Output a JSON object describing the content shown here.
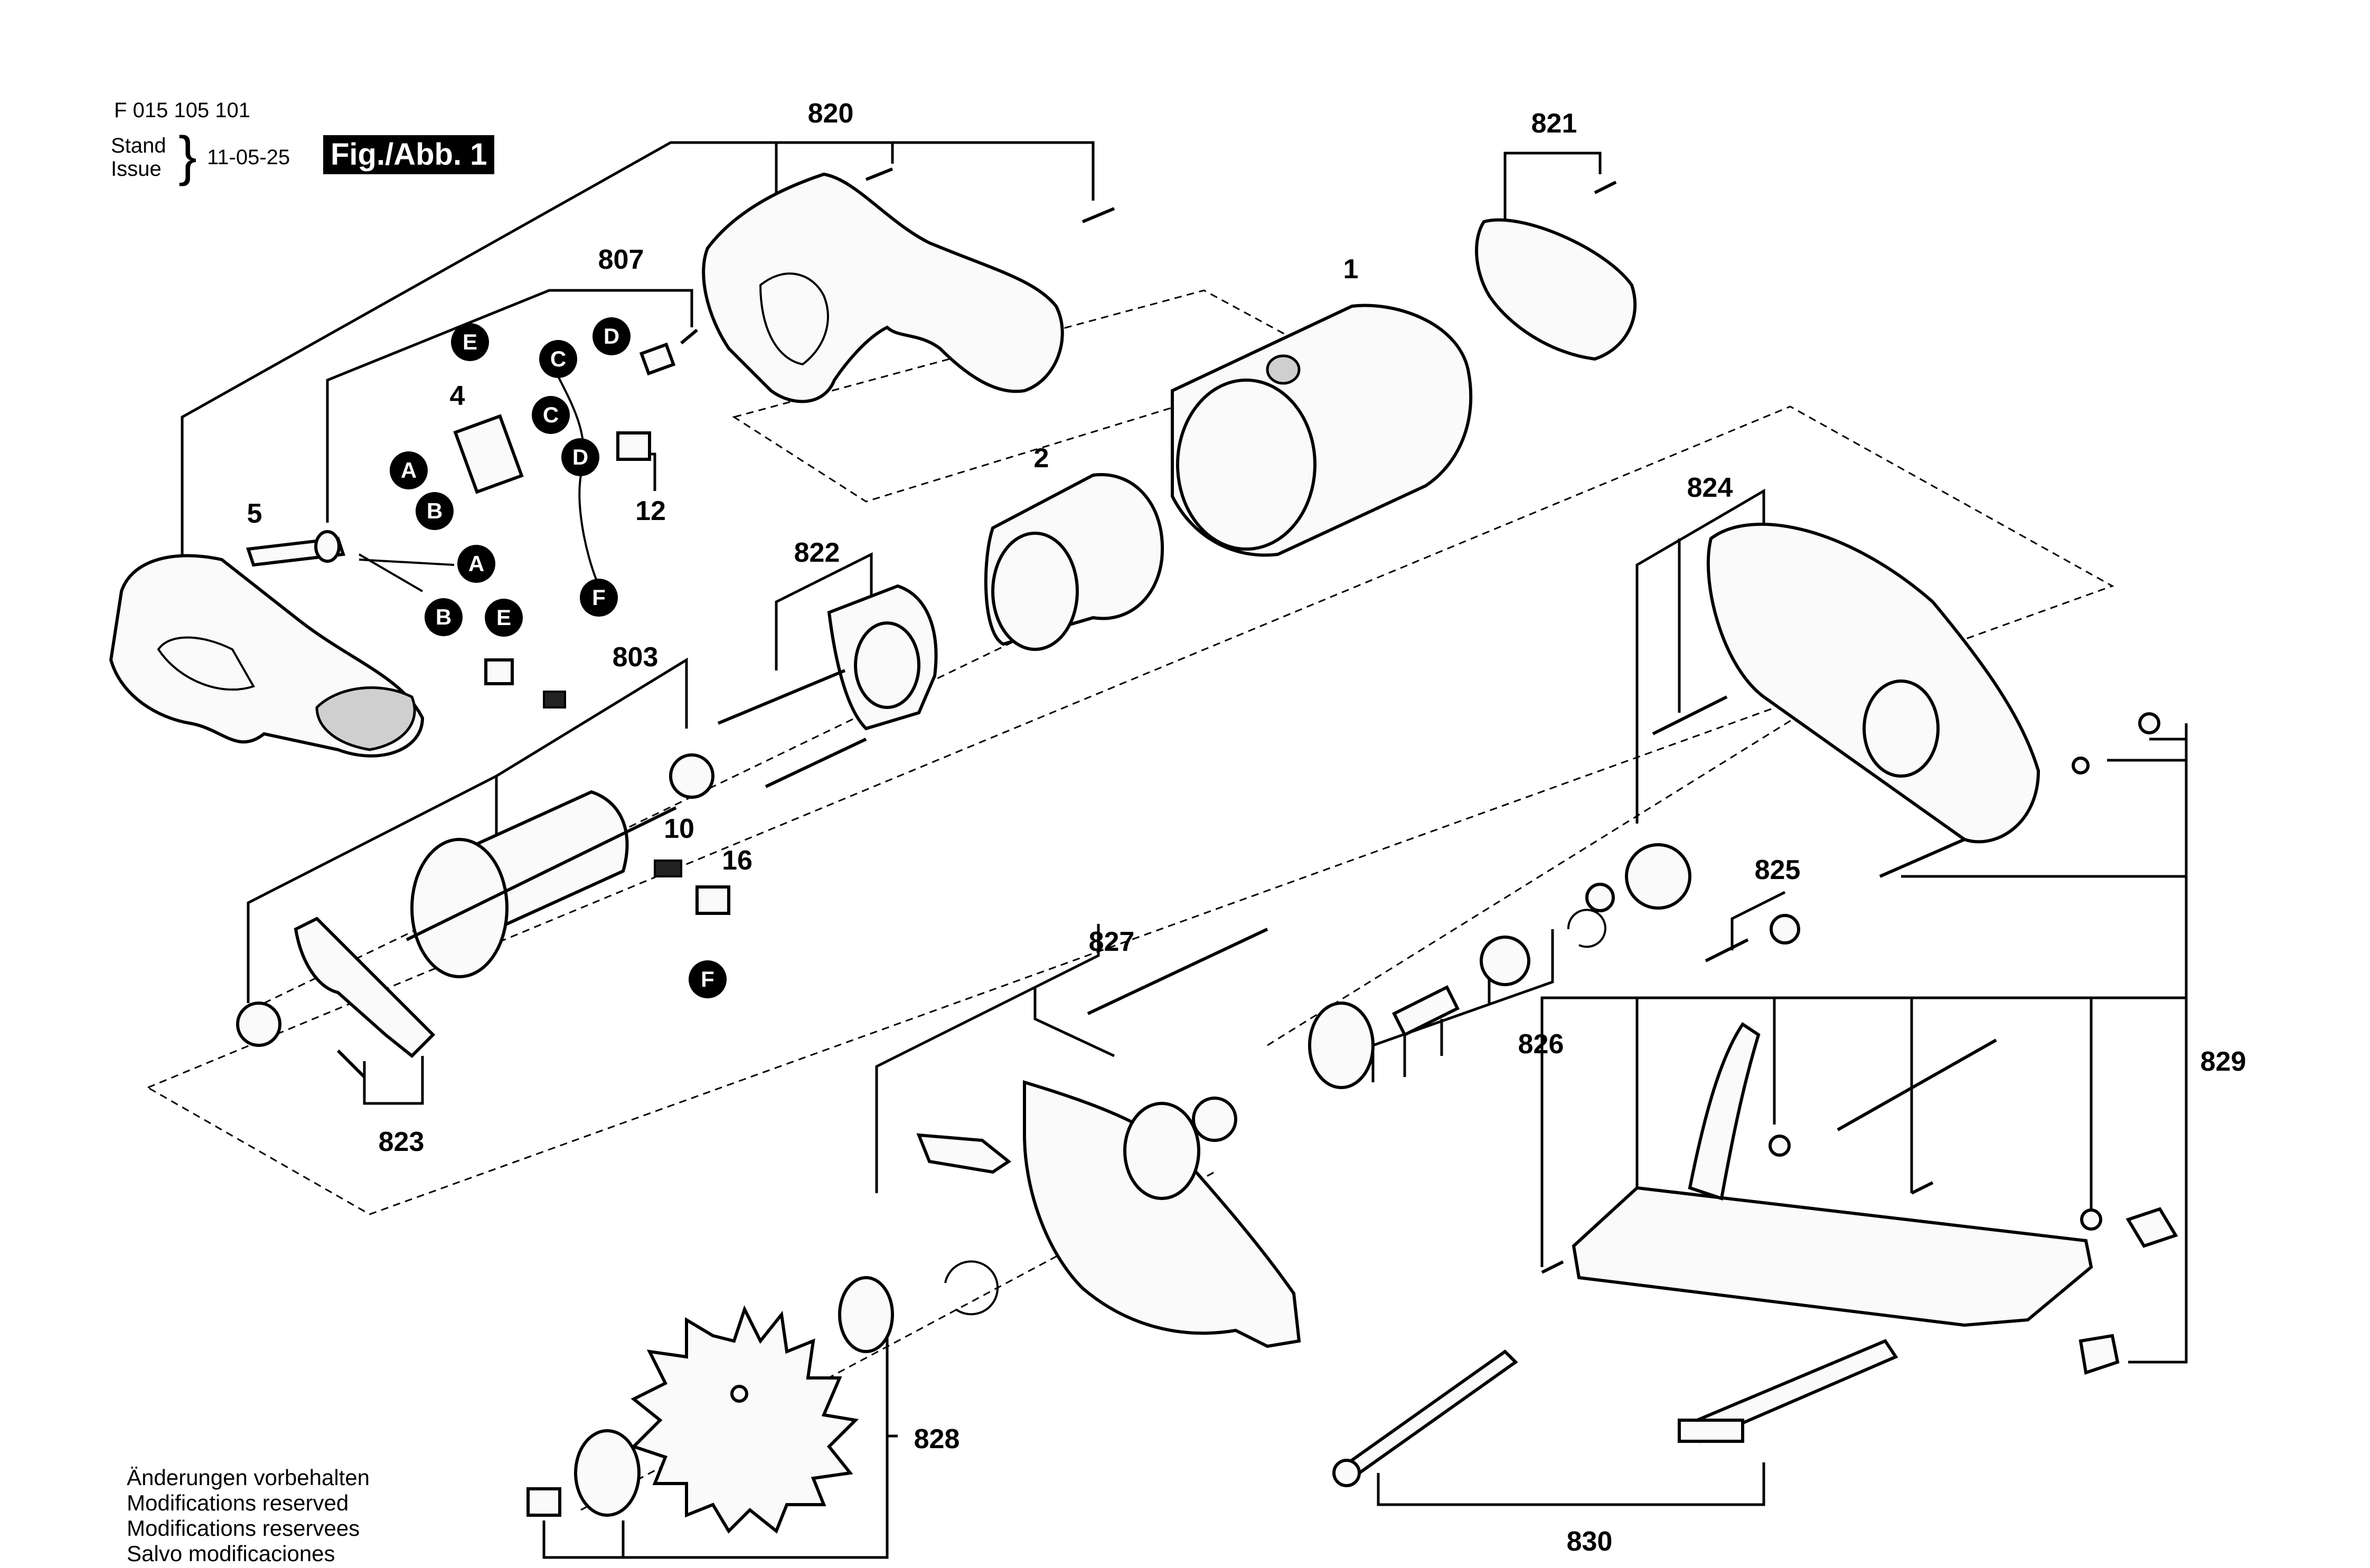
{
  "header": {
    "doc_number": "F 015 105 101",
    "stand_label": "Stand",
    "issue_label": "Issue",
    "brace": "}",
    "date": "11-05-25",
    "figure_label": "Fig./Abb. 1"
  },
  "footer": {
    "lines": [
      "Änderungen vorbehalten",
      "Modifications reserved",
      "Modifications reservees",
      "Salvo modificaciones"
    ]
  },
  "part_labels": {
    "p820": "820",
    "p821": "821",
    "p807": "807",
    "p1": "1",
    "p4": "4",
    "p12": "12",
    "p5": "5",
    "p2": "2",
    "p822": "822",
    "p824": "824",
    "p803": "803",
    "p10": "10",
    "p16": "16",
    "p825": "825",
    "p827": "827",
    "p826": "826",
    "p829": "829",
    "p823": "823",
    "p828": "828",
    "p830": "830"
  },
  "connector_labels": {
    "a": "A",
    "b": "B",
    "c": "C",
    "d": "D",
    "e": "E",
    "f": "F"
  }
}
